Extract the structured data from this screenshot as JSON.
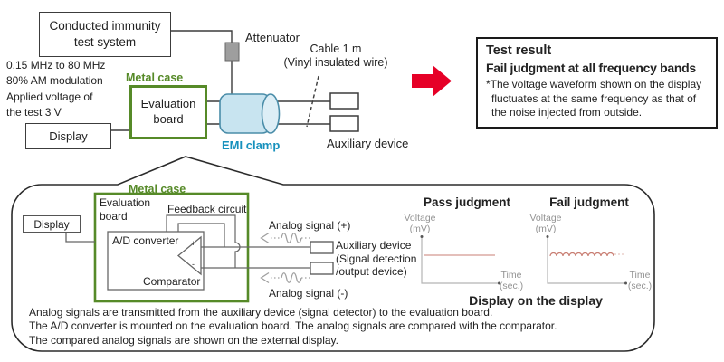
{
  "colors": {
    "metal_case_green": "#568a28",
    "emi_clamp_fill": "#c8e4f0",
    "emi_clamp_stroke": "#4a8da9",
    "emi_label_teal": "#1791bd",
    "arrow_red": "#e60027",
    "attenuator_gray": "#9e9e9e",
    "pass_line_pink": "#dcaaa3",
    "fail_wave_red": "#c87d72",
    "axis_gray": "#b5b5b5"
  },
  "top_diagram": {
    "test_system_label": "Conducted immunity\ntest system",
    "test_conditions": "0.15 MHz to 80 MHz\n80% AM modulation\nApplied voltage of\nthe test 3 V",
    "metal_case_label": "Metal case",
    "evaluation_board_label": "Evaluation\nboard",
    "display_label": "Display",
    "attenuator_label": "Attenuator",
    "cable_label": "Cable 1 m\n(Vinyl insulated wire)",
    "emi_clamp_label": "EMI clamp",
    "auxiliary_device_label": "Auxiliary device"
  },
  "result_box": {
    "title": "Test result",
    "subtitle": "Fail judgment at all frequency bands",
    "note": "*The voltage waveform shown on the display\nfluctuates at the same frequency as that of\nthe noise injected from outside."
  },
  "detail_diagram": {
    "metal_case_label": "Metal case",
    "evaluation_board_label": "Evaluation\nboard",
    "feedback_circuit_label": "Feedback circuit",
    "adc_label": "A/D converter",
    "comparator_label": "Comparator",
    "plus_sign": "+",
    "minus_sign": "-",
    "display_label": "Display",
    "analog_plus_label": "Analog signal (+)",
    "analog_minus_label": "Analog signal (-)",
    "auxiliary_label": "Auxiliary device\n(Signal detection\n/output device)",
    "caption": "Display on the display",
    "notes": "Analog signals are transmitted from the auxiliary device (signal detector) to the evaluation board.\nThe A/D converter is mounted on the evaluation board. The analog signals are compared with the comparator.\nThe compared analog signals are shown on the external display."
  },
  "graphs": {
    "pass": {
      "title": "Pass judgment",
      "ylabel": "Voltage\n(mV)",
      "xlabel": "Time\n(sec.)"
    },
    "fail": {
      "title": "Fail judgment",
      "ylabel": "Voltage\n(mV)",
      "xlabel": "Time\n(sec.)"
    }
  },
  "chart_data": [
    {
      "type": "line",
      "title": "Pass judgment",
      "xlabel": "Time (sec.)",
      "ylabel": "Voltage (mV)",
      "grid": false,
      "axis_ticks": "none shown",
      "description": "Flat constant voltage line (no fluctuation) at roughly mid-height of the plot"
    },
    {
      "type": "line",
      "title": "Fail judgment",
      "xlabel": "Time (sec.)",
      "ylabel": "Voltage (mV)",
      "grid": false,
      "axis_ticks": "none shown",
      "description": "Voltage line oscillating continuously (ripple at the injected noise frequency), fading to dotted at right"
    }
  ]
}
